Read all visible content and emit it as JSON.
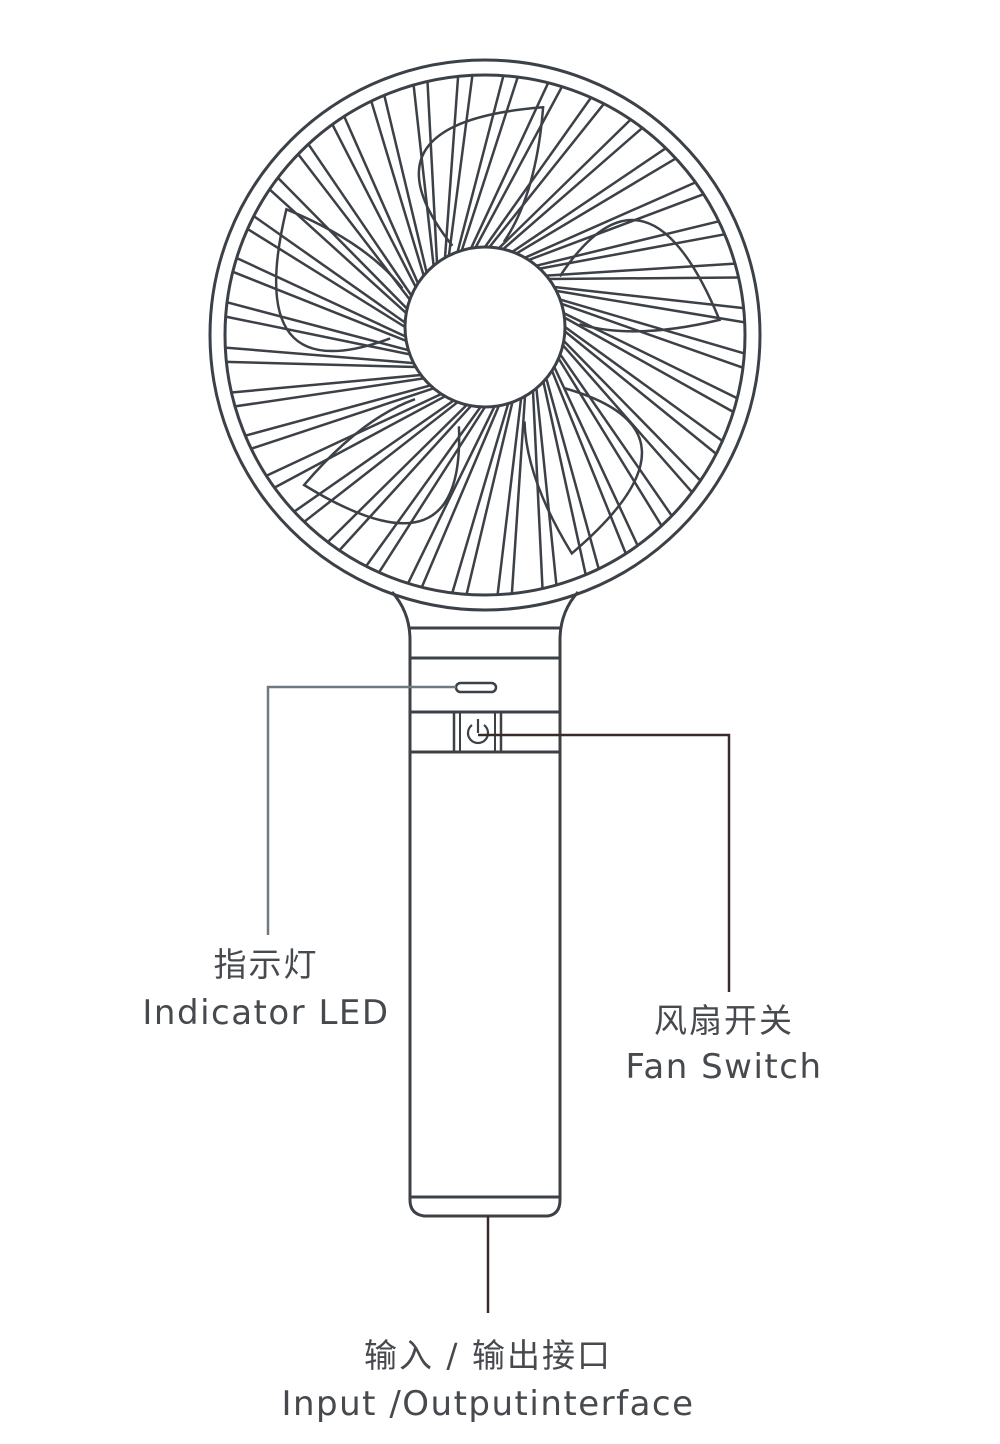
{
  "colors": {
    "outline": "#3c4147",
    "leader_led": "#6f7a80",
    "leader_switch": "#3a2b2b",
    "leader_port": "#3a2b2b",
    "text": "#46494d",
    "background": "#ffffff"
  },
  "icons": {
    "fan_grille": "fan-grille-icon",
    "power": "power-icon"
  },
  "callouts": {
    "indicator": {
      "cn": "指示灯",
      "en": "Indicator LED"
    },
    "switch": {
      "cn": "风扇开关",
      "en": "Fan Switch"
    },
    "port": {
      "cn": "输入 / 输出接口",
      "en": "Input /Outputinterface"
    }
  }
}
